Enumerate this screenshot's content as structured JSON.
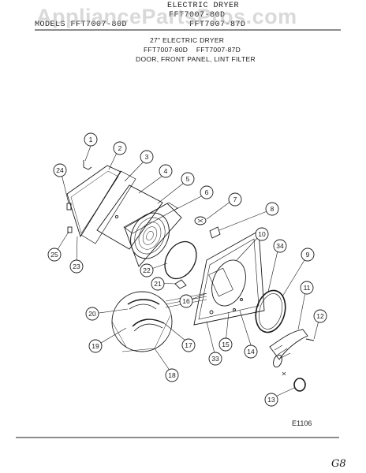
{
  "header": {
    "title_line1": "ELECTRIC DRYER",
    "title_line2": "FFT7007-80D",
    "models_label": "MODELS FFT7007-80D",
    "model_small": "FFT7007-87D"
  },
  "subtitle": {
    "line1": "27\" ELECTRIC DRYER",
    "line2": "FFT7007-80D    FFT7007-87D",
    "line3": "DOOR, FRONT PANEL, LINT FILTER"
  },
  "watermark": "AppliancePartsPros.com",
  "figure_code": "E1106",
  "handwritten_note": "G8",
  "callouts": [
    "1",
    "2",
    "3",
    "4",
    "5",
    "6",
    "7",
    "8",
    "9",
    "10",
    "11",
    "12",
    "13",
    "14",
    "15",
    "16",
    "17",
    "18",
    "19",
    "20",
    "21",
    "22",
    "23",
    "24",
    "25",
    "33",
    "34"
  ],
  "colors": {
    "ink": "#1a1a1a",
    "paper": "#ffffff",
    "watermark": "#aaaaaa"
  }
}
